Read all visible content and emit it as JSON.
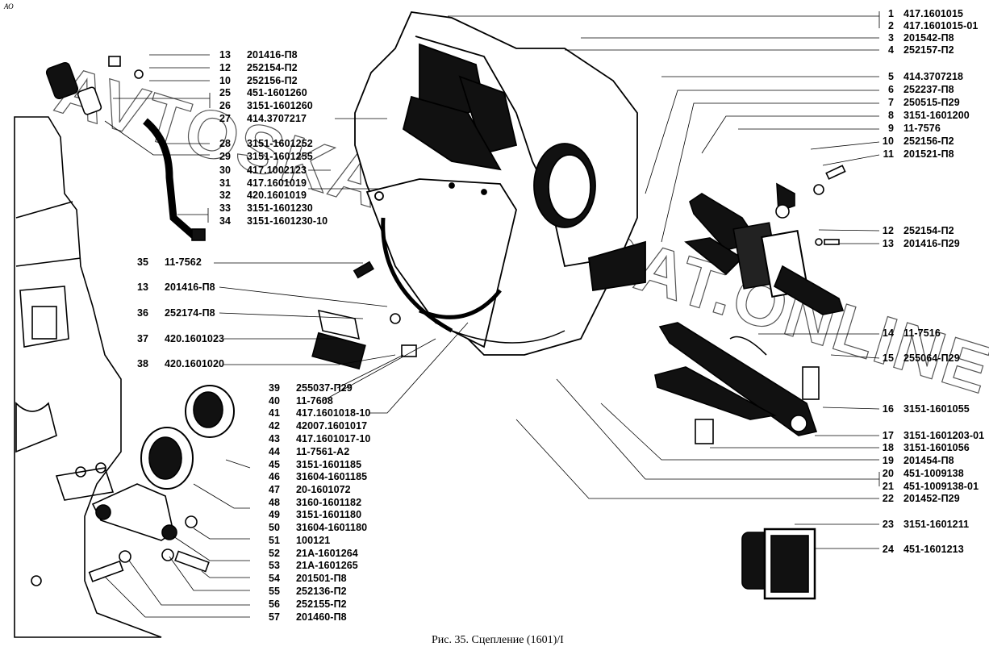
{
  "corner_mark": "АО",
  "caption": "Рис. 35. Сцепление (1601)/I",
  "watermark": "AVTOSKAZKA.AGAT.ONLINE",
  "parts_right": [
    {
      "num": "1",
      "code": "417.1601015"
    },
    {
      "num": "2",
      "code": "417.1601015-01"
    },
    {
      "num": "3",
      "code": "201542-П8"
    },
    {
      "num": "4",
      "code": "252157-П2"
    },
    {
      "num": "5",
      "code": "414.3707218"
    },
    {
      "num": "6",
      "code": "252237-П8"
    },
    {
      "num": "7",
      "code": "250515-П29"
    },
    {
      "num": "8",
      "code": "3151-1601200"
    },
    {
      "num": "9",
      "code": "11-7576"
    },
    {
      "num": "10",
      "code": "252156-П2"
    },
    {
      "num": "11",
      "code": "201521-П8"
    },
    {
      "num": "12",
      "code": "252154-П2"
    },
    {
      "num": "13",
      "code": "201416-П29"
    },
    {
      "num": "14",
      "code": "11-7516"
    },
    {
      "num": "15",
      "code": "255064-П29"
    },
    {
      "num": "16",
      "code": "3151-1601055"
    },
    {
      "num": "17",
      "code": "3151-1601203-01"
    },
    {
      "num": "18",
      "code": "3151-1601056"
    },
    {
      "num": "19",
      "code": "201454-П8"
    },
    {
      "num": "20",
      "code": "451-1009138"
    },
    {
      "num": "21",
      "code": "451-1009138-01"
    },
    {
      "num": "22",
      "code": "201452-П29"
    },
    {
      "num": "23",
      "code": "3151-1601211"
    },
    {
      "num": "24",
      "code": "451-1601213"
    }
  ],
  "parts_top_left": [
    {
      "num": "13",
      "code": "201416-П8"
    },
    {
      "num": "12",
      "code": "252154-П2"
    },
    {
      "num": "10",
      "code": "252156-П2"
    },
    {
      "num": "25",
      "code": "451-1601260"
    },
    {
      "num": "26",
      "code": "3151-1601260"
    },
    {
      "num": "27",
      "code": "414.3707217"
    },
    {
      "num": "28",
      "code": "3151-1601252"
    },
    {
      "num": "29",
      "code": "3151-1601255"
    },
    {
      "num": "30",
      "code": "417.1002123"
    },
    {
      "num": "31",
      "code": "417.1601019"
    },
    {
      "num": "32",
      "code": "420.1601019"
    },
    {
      "num": "33",
      "code": "3151-1601230"
    },
    {
      "num": "34",
      "code": "3151-1601230-10"
    }
  ],
  "parts_mid_left": [
    {
      "num": "35",
      "code": "11-7562"
    },
    {
      "num": "13",
      "code": "201416-П8"
    },
    {
      "num": "36",
      "code": "252174-П8"
    },
    {
      "num": "37",
      "code": "420.1601023"
    },
    {
      "num": "38",
      "code": "420.1601020"
    }
  ],
  "parts_bottom_left": [
    {
      "num": "39",
      "code": "255037-П29"
    },
    {
      "num": "40",
      "code": "11-7608"
    },
    {
      "num": "41",
      "code": "417.1601018-10"
    },
    {
      "num": "42",
      "code": "42007.1601017"
    },
    {
      "num": "43",
      "code": "417.1601017-10"
    },
    {
      "num": "44",
      "code": "11-7561-А2"
    },
    {
      "num": "45",
      "code": "3151-1601185"
    },
    {
      "num": "46",
      "code": "31604-1601185"
    },
    {
      "num": "47",
      "code": "20-1601072"
    },
    {
      "num": "48",
      "code": "3160-1601182"
    },
    {
      "num": "49",
      "code": "3151-1601180"
    },
    {
      "num": "50",
      "code": "31604-1601180"
    },
    {
      "num": "51",
      "code": "100121"
    },
    {
      "num": "52",
      "code": "21А-1601264"
    },
    {
      "num": "53",
      "code": "21А-1601265"
    },
    {
      "num": "54",
      "code": "201501-П8"
    },
    {
      "num": "55",
      "code": "252136-П2"
    },
    {
      "num": "56",
      "code": "252155-П2"
    },
    {
      "num": "57",
      "code": "201460-П8"
    }
  ]
}
